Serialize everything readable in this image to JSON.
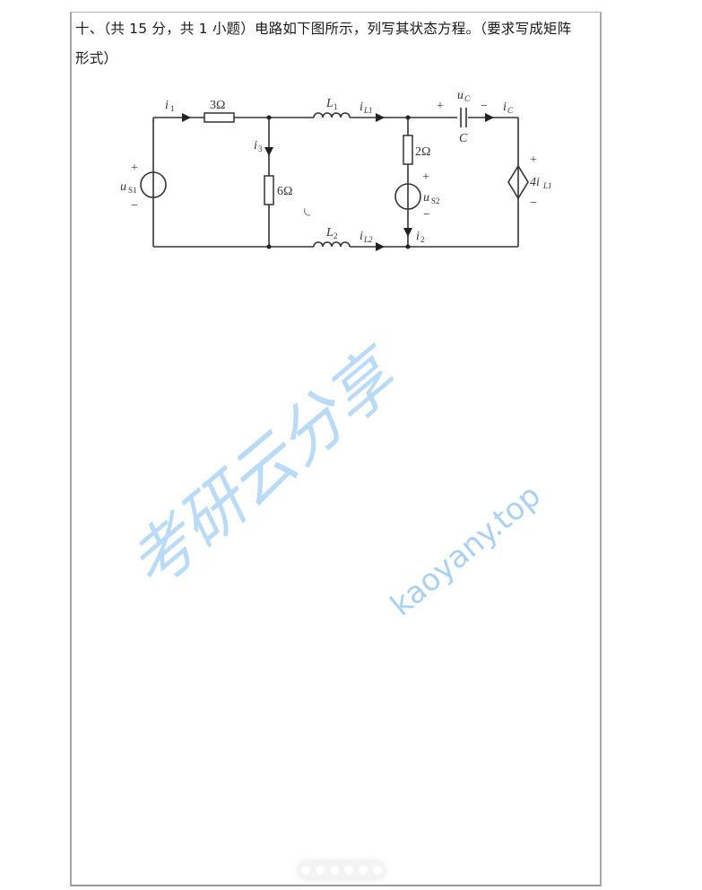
{
  "question": {
    "line1": "十、（共 15 分，共 1 小题）电路如下图所示，列写其状态方程。（要求写成矩阵",
    "line2": "形式）"
  },
  "circuit": {
    "labels": {
      "i1": "i",
      "i1_sub": "1",
      "r1": "3Ω",
      "i3": "i",
      "i3_sub": "3",
      "r2": "6Ω",
      "us1": "u",
      "us1_sub": "S1",
      "us1_plus": "+",
      "us1_minus": "−",
      "L1": "L",
      "L1_sub": "1",
      "iL1": "i",
      "iL1_sub": "L1",
      "L2": "L",
      "L2_sub": "2",
      "iL2": "i",
      "iL2_sub": "L2",
      "r3": "2Ω",
      "us2": "u",
      "us2_sub": "S2",
      "us2_plus": "+",
      "us2_minus": "−",
      "i2": "i",
      "i2_sub": "2",
      "uC": "u",
      "uC_sub": "C",
      "uC_plus": "+",
      "uC_minus": "−",
      "C": "C",
      "iC": "i",
      "iC_sub": "C",
      "dep_source": "4i",
      "dep_source_sub": "L1",
      "dep_plus": "+",
      "dep_minus": "−"
    }
  },
  "watermark": {
    "chinese": "考研云分享",
    "url": "kaoyany.top",
    "color": "#a9d1f5"
  },
  "pagination": {
    "count": 6,
    "dots": [
      "1",
      "2",
      "3",
      "4",
      "5",
      "6"
    ]
  }
}
